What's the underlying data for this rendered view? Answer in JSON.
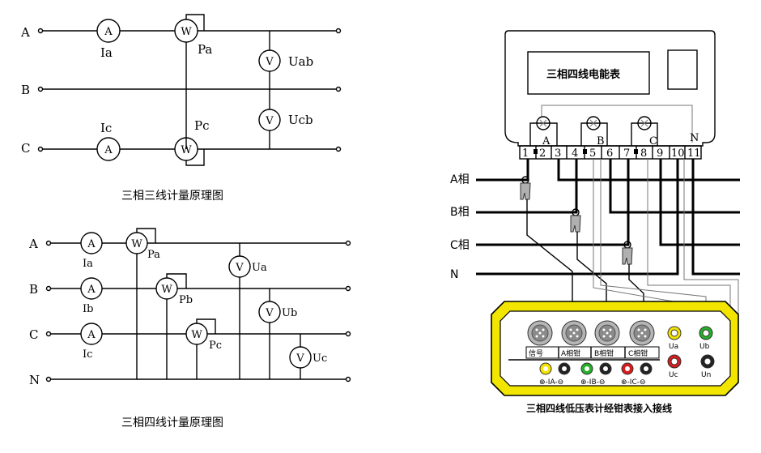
{
  "diagram1": {
    "phases": [
      "A",
      "B",
      "C"
    ],
    "ammeters": [
      "A",
      "A"
    ],
    "current_labels": [
      "Ia",
      "Ic"
    ],
    "wattmeters": [
      "W",
      "W"
    ],
    "power_labels": [
      "Pa",
      "Pc"
    ],
    "voltmeters": [
      "V",
      "V"
    ],
    "voltage_labels": [
      "Uab",
      "Ucb"
    ],
    "caption": "三相三线计量原理图"
  },
  "diagram2": {
    "phases": [
      "A",
      "B",
      "C",
      "N"
    ],
    "ammeters": [
      "A",
      "A",
      "A"
    ],
    "current_labels": [
      "Ia",
      "Ib",
      "Ic"
    ],
    "wattmeters": [
      "W",
      "W",
      "W"
    ],
    "power_labels": [
      "Pa",
      "Pb",
      "Pc"
    ],
    "voltmeters": [
      "V",
      "V",
      "V"
    ],
    "voltage_labels": [
      "Ua",
      "Ub",
      "Uc"
    ],
    "caption": "三相四线计量原理图"
  },
  "meter_diagram": {
    "meter_title": "三相四线电能表",
    "terminals": [
      "1",
      "2",
      "3",
      "4",
      "5",
      "6",
      "7",
      "8",
      "9",
      "10",
      "11"
    ],
    "element_labels": [
      "A",
      "B",
      "C",
      "N"
    ],
    "lines": [
      "A相",
      "B相",
      "C相",
      "N"
    ],
    "tester_ports": [
      "信号",
      "A相钳",
      "B相钳",
      "C相钳"
    ],
    "voltage_ports": [
      "Ua",
      "Ub",
      "Uc",
      "Un"
    ],
    "current_inputs": [
      "⊕-IA-⊖",
      "⊕-IB-⊖",
      "⊕-IC-⊖"
    ],
    "caption": "三相四线低压表计经钳表接入接线",
    "colors": {
      "case": "#f2e600",
      "yellow_jack": "#f4e400",
      "green_jack": "#25b02a",
      "red_jack": "#d81c1c",
      "black_jack": "#222222"
    }
  }
}
